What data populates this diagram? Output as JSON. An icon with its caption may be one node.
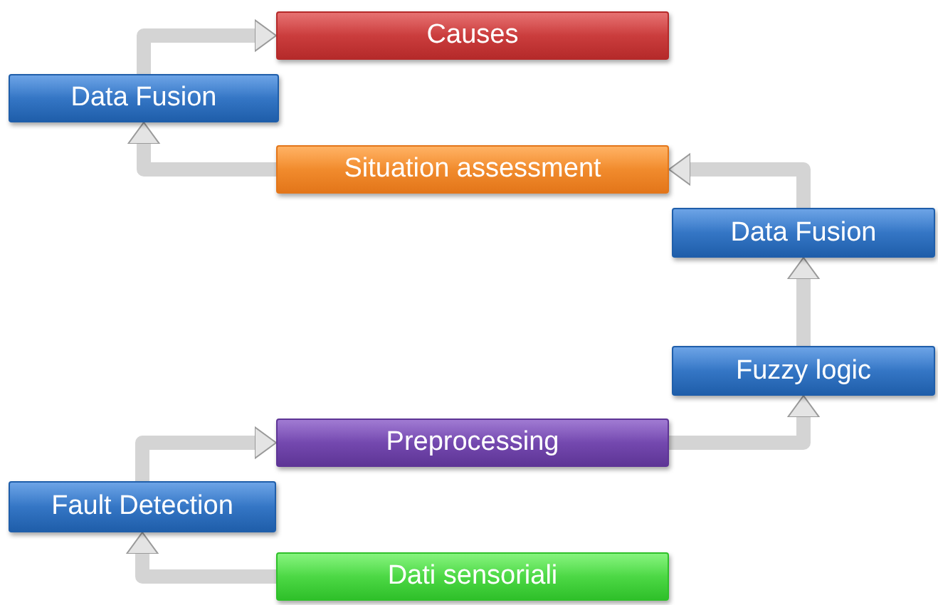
{
  "diagram": {
    "nodes": [
      {
        "text": [
          "Causes"
        ]
      },
      {
        "text": [
          "Data Fusion"
        ]
      },
      {
        "text": [
          "Situation assessment"
        ]
      },
      {
        "text": [
          "Data Fusion"
        ]
      },
      {
        "text": [
          "Fuzzy logic"
        ]
      },
      {
        "text": [
          "Preprocessing"
        ]
      },
      {
        "text": [
          "Fault Detection"
        ]
      },
      {
        "text": [
          "Dati sensoriali"
        ]
      }
    ],
    "edges": [
      {
        "from": 7,
        "to": 6,
        "arrow": "to"
      },
      {
        "from": 6,
        "to": 5,
        "arrow": "to"
      },
      {
        "from": 5,
        "to": 4,
        "arrow": "to"
      },
      {
        "from": 4,
        "to": 3,
        "arrow": "to"
      },
      {
        "from": 3,
        "to": 2,
        "arrow": "to"
      },
      {
        "from": 2,
        "to": 1,
        "arrow": "to"
      },
      {
        "from": 1,
        "to": 0,
        "arrow": "to"
      }
    ]
  }
}
